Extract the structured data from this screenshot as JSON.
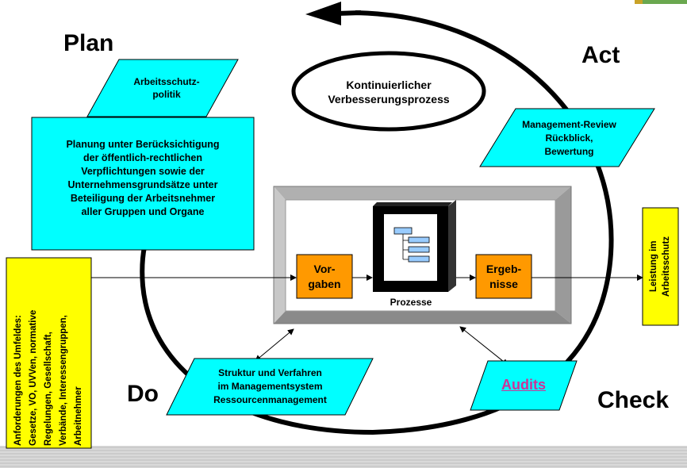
{
  "colors": {
    "cyan": "#00ffff",
    "orange": "#ff9900",
    "yellow": "#ffff00",
    "gray_frame": "#c0c0c0",
    "link": "#cc3399"
  },
  "phases": {
    "plan": "Plan",
    "do": "Do",
    "check": "Check",
    "act": "Act"
  },
  "cycle_label": [
    "Kontinuierlicher",
    "Verbesserungsprozess"
  ],
  "policy": [
    "Arbeitsschutz-",
    "politik"
  ],
  "planning": [
    "Planung unter Berücksichtigung",
    "der öffentlich-rechtlichen",
    "Verpflichtungen sowie der",
    "Unternehmensgrundsätze unter",
    "Beteiligung der Arbeitsnehmer",
    "aller Gruppen und Organe"
  ],
  "review": [
    "Management-Review",
    "Rückblick,",
    "Bewertung"
  ],
  "structure": [
    "Struktur und Verfahren",
    "im Managementsystem",
    "Ressourcenmanagement"
  ],
  "audits": "Audits",
  "inputs": [
    "Vor-",
    "gaben"
  ],
  "results": [
    "Ergeb-",
    "nisse"
  ],
  "process": "Prozesse",
  "requirements": [
    "Anforderungen des Umfeldes:",
    "Gesetze, VO, UVVen, normative",
    "Regelungen, Gesellschaft,",
    "Verbände, Interessengruppen,",
    "Arbeitnehmer"
  ],
  "performance": [
    "Leistung im",
    "Arbeitsschutz"
  ],
  "icons": [
    "process-document-icon"
  ]
}
